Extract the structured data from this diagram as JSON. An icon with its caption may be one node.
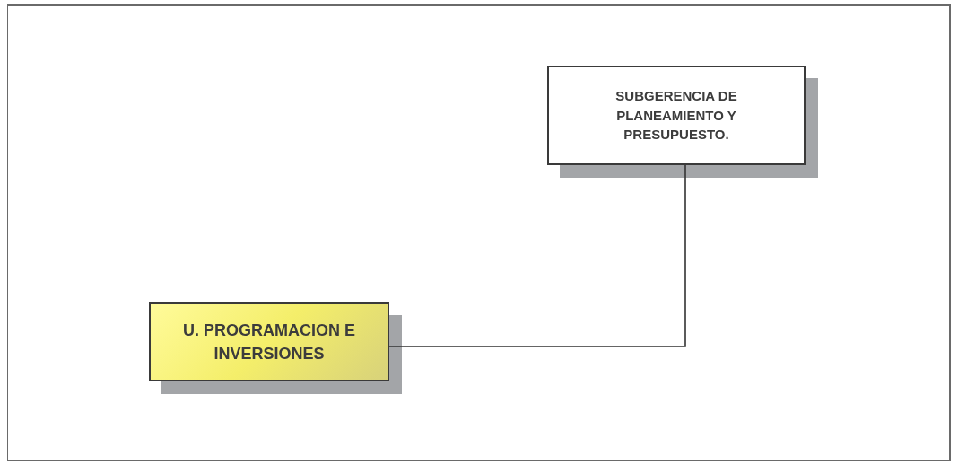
{
  "diagram": {
    "nodes": [
      {
        "text": [
          "SUBGERENCIA DE PLANEAMIENTO Y PRESUPUESTO."
        ]
      },
      {
        "text": [
          "U. PROGRAMACION E INVERSIONES"
        ]
      }
    ],
    "edges": [
      {
        "from": 0,
        "to": 1,
        "arrow": "none"
      }
    ]
  }
}
